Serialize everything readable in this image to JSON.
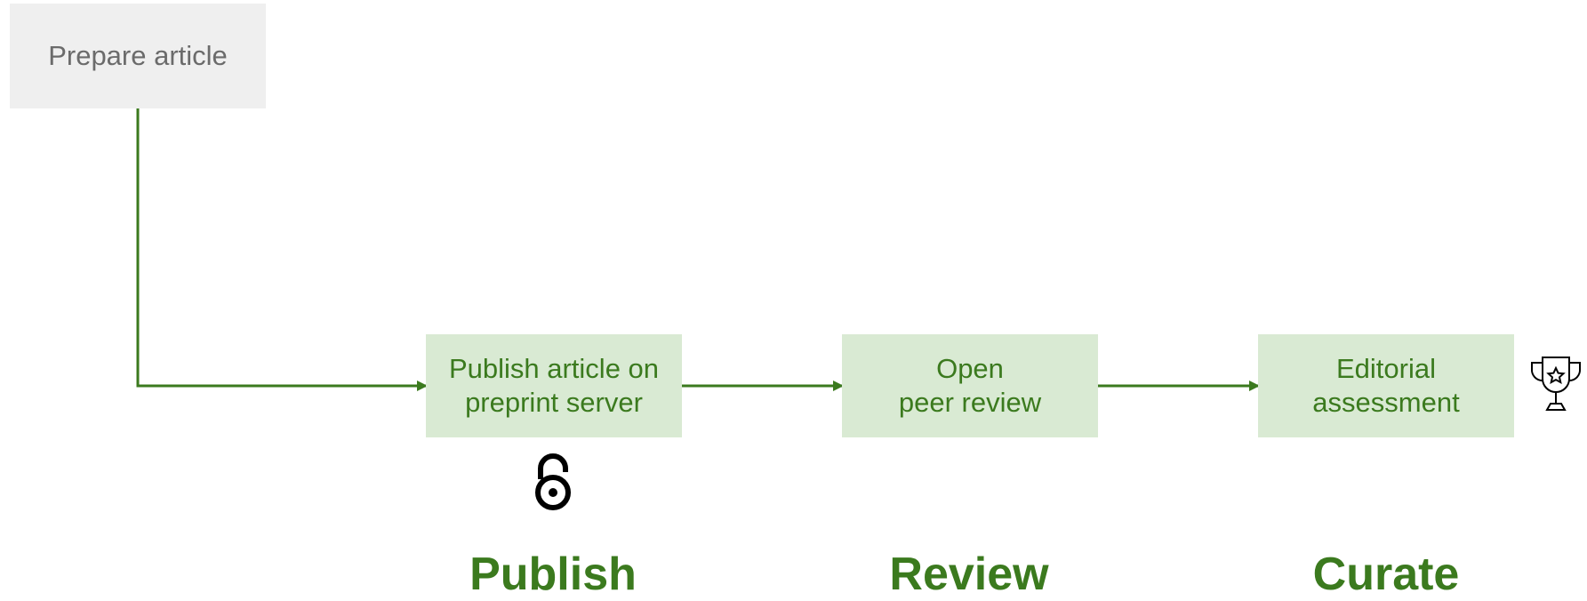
{
  "prepare": {
    "label": "Prepare article"
  },
  "steps": [
    {
      "line1": "Publish article on",
      "line2": "preprint server"
    },
    {
      "line1": "Open",
      "line2": "peer review"
    },
    {
      "line1": "Editorial",
      "line2": "assessment"
    }
  ],
  "phases": [
    "Publish",
    "Review",
    "Curate"
  ],
  "icons": {
    "open_access": "open-access-lock-icon",
    "award": "trophy-icon"
  },
  "colors": {
    "accent": "#3b7a1e",
    "box_fill": "#d9ead3",
    "prepare_fill": "#efefef",
    "prepare_text": "#6b6b6b"
  }
}
